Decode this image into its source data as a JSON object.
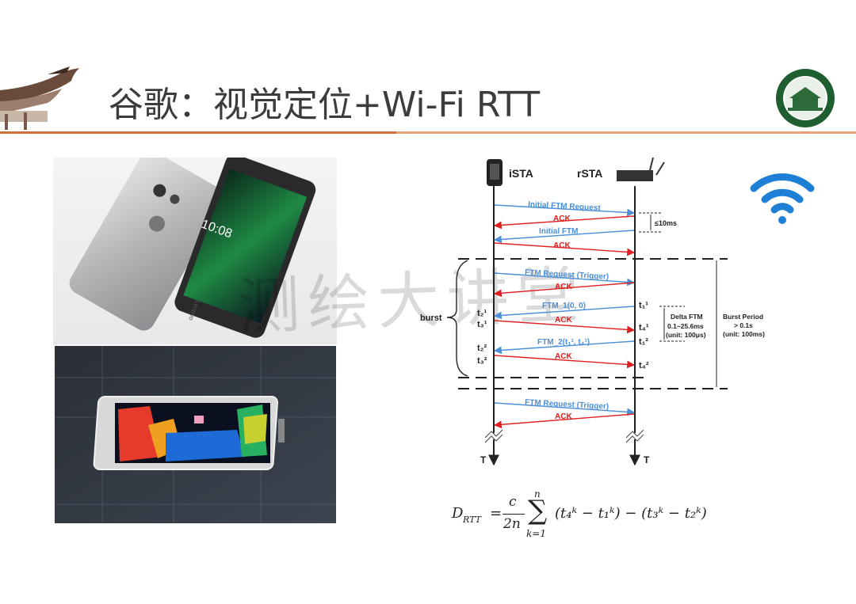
{
  "slide": {
    "title": "谷歌：视觉定位+Wi-Fi RTT",
    "watermark": "测绘大讲堂"
  },
  "photos": {
    "phone_clock": "10:08",
    "phone_brand": "Lenovo"
  },
  "diagram": {
    "left_station": "iSTA",
    "right_station": "rSTA",
    "axis_left": "T",
    "axis_right": "T",
    "msg_initial_request": "Initial FTM Request",
    "msg_ack_1": "ACK",
    "msg_initial_ftm": "Initial FTM",
    "msg_ack_2": "ACK",
    "le_10ms": "≤10ms",
    "msg_ftm_request_trigger": "FTM Request (Trigger)",
    "msg_ack_3": "ACK",
    "msg_ftm1": "FTM_1(0, 0)",
    "msg_ack_4": "ACK",
    "msg_ftm2": "FTM_2(t₁¹, t₄¹)",
    "msg_ack_5": "ACK",
    "msg_ftm_request_trigger_2": "FTM Request (Trigger)",
    "msg_ack_6": "ACK",
    "burst": "burst",
    "t2_1": "t₂¹",
    "t3_1": "t₃¹",
    "t2_2": "t₂²",
    "t3_2": "t₃²",
    "t1_1": "t₁¹",
    "t4_1": "t₄¹",
    "t1_2": "t₁²",
    "t4_2": "t₄²",
    "delta_ftm_1": "Delta FTM",
    "delta_ftm_2": "0.1~25.6ms",
    "delta_ftm_3": "(unit: 100μs)",
    "burst_period_1": "Burst Period",
    "burst_period_2": "> 0.1s",
    "burst_period_3": "(unit: 100ms)"
  },
  "formula": {
    "lhs": "D",
    "lhs_sub": "RTT",
    "eq": "=",
    "numerator": "c",
    "denominator": "2n",
    "sum_top": "n",
    "sum_bottom": "k=1",
    "body": "(t₄ᵏ − t₁ᵏ) − (t₃ᵏ − t₂ᵏ)"
  },
  "colors": {
    "accent_orange": "#e07a3f",
    "blue_arrow": "#4a8fd8",
    "red_arrow": "#e02020",
    "wifi_blue": "#1e7fd6"
  }
}
